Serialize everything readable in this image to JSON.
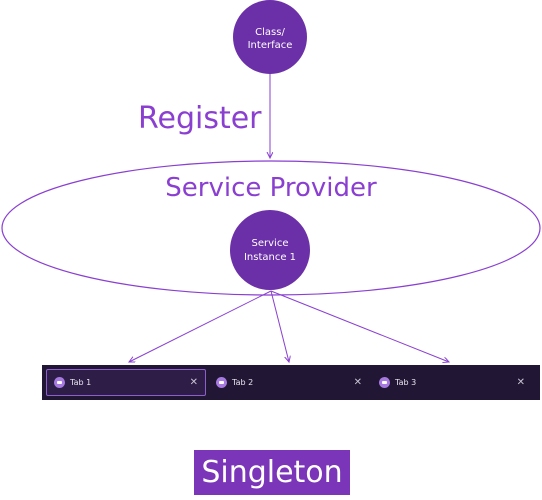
{
  "nodes": {
    "class_node": {
      "line1": "Class/",
      "line2": "Interface"
    },
    "instance_node": {
      "line1": "Service",
      "line2": "Instance 1"
    }
  },
  "labels": {
    "register": "Register",
    "service_provider": "Service Provider",
    "singleton": "Singleton"
  },
  "tabs": [
    {
      "label": "Tab 1",
      "active": true,
      "close": "✕"
    },
    {
      "label": "Tab 2",
      "active": false,
      "close": "✕"
    },
    {
      "label": "Tab 3",
      "active": false,
      "close": "✕"
    }
  ],
  "colors": {
    "accent": "#7a35b8",
    "text_accent": "#8a3fd1",
    "tabbar": "#211633"
  }
}
